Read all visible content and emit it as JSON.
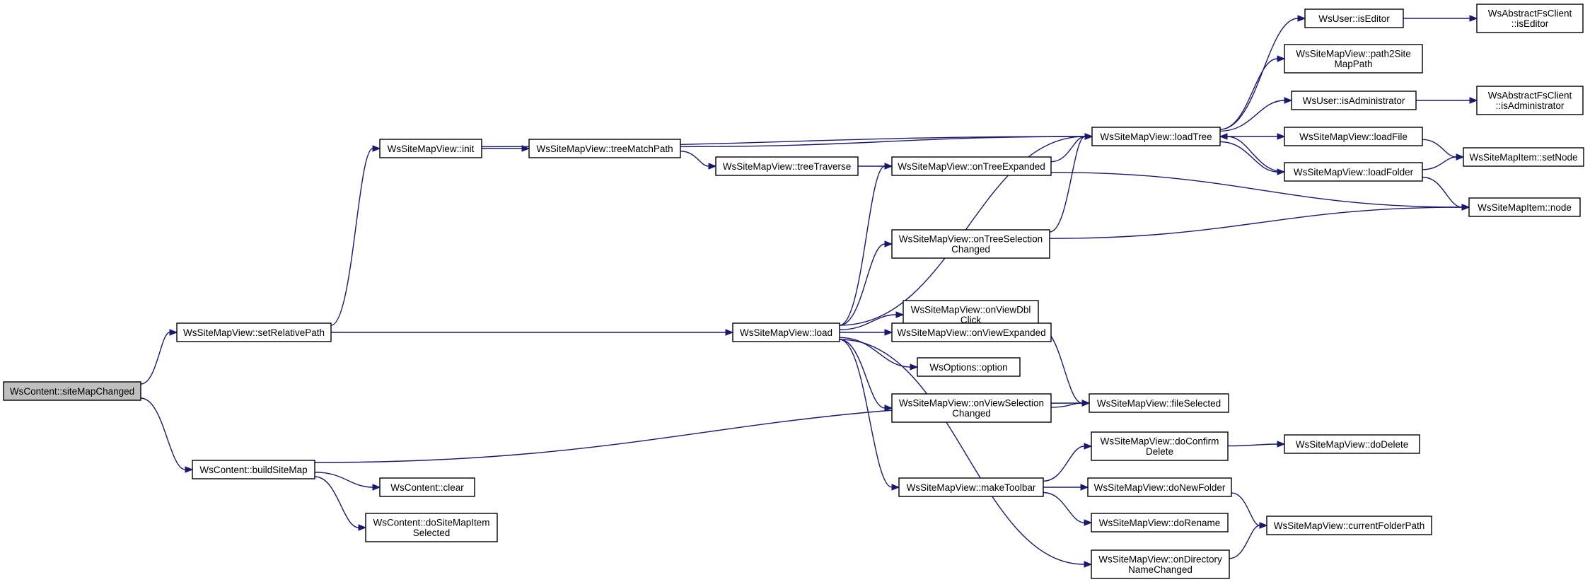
{
  "nodes": [
    {
      "id": "siteMapChanged",
      "lines": [
        "WsContent::siteMapChanged"
      ],
      "root": true
    },
    {
      "id": "setRelativePath",
      "lines": [
        "WsSiteMapView::setRelativePath"
      ]
    },
    {
      "id": "buildSiteMap",
      "lines": [
        "WsContent::buildSiteMap"
      ]
    },
    {
      "id": "init",
      "lines": [
        "WsSiteMapView::init"
      ]
    },
    {
      "id": "treeMatchPath",
      "lines": [
        "WsSiteMapView::treeMatchPath"
      ]
    },
    {
      "id": "treeTraverse",
      "lines": [
        "WsSiteMapView::treeTraverse"
      ]
    },
    {
      "id": "load",
      "lines": [
        "WsSiteMapView::load"
      ]
    },
    {
      "id": "clear",
      "lines": [
        "WsContent::clear"
      ]
    },
    {
      "id": "doSiteMapItemSelected",
      "lines": [
        "WsContent::doSiteMapItem",
        "Selected"
      ]
    },
    {
      "id": "onTreeExpanded",
      "lines": [
        "WsSiteMapView::onTreeExpanded"
      ]
    },
    {
      "id": "onTreeSelectionChanged",
      "lines": [
        "WsSiteMapView::onTreeSelection",
        "Changed"
      ]
    },
    {
      "id": "onViewDblClick",
      "lines": [
        "WsSiteMapView::onViewDbl",
        "Click"
      ]
    },
    {
      "id": "onViewExpanded",
      "lines": [
        "WsSiteMapView::onViewExpanded"
      ]
    },
    {
      "id": "option",
      "lines": [
        "WsOptions::option"
      ]
    },
    {
      "id": "onViewSelectionChanged",
      "lines": [
        "WsSiteMapView::onViewSelection",
        "Changed"
      ]
    },
    {
      "id": "makeToolbar",
      "lines": [
        "WsSiteMapView::makeToolbar"
      ]
    },
    {
      "id": "loadTree",
      "lines": [
        "WsSiteMapView::loadTree"
      ]
    },
    {
      "id": "fileSelected",
      "lines": [
        "WsSiteMapView::fileSelected"
      ]
    },
    {
      "id": "doConfirmDelete",
      "lines": [
        "WsSiteMapView::doConfirm",
        "Delete"
      ]
    },
    {
      "id": "doNewFolder",
      "lines": [
        "WsSiteMapView::doNewFolder"
      ]
    },
    {
      "id": "doRename",
      "lines": [
        "WsSiteMapView::doRename"
      ]
    },
    {
      "id": "onDirectoryNameChanged",
      "lines": [
        "WsSiteMapView::onDirectory",
        "NameChanged"
      ]
    },
    {
      "id": "isEditor",
      "lines": [
        "WsUser::isEditor"
      ]
    },
    {
      "id": "path2SiteMapPath",
      "lines": [
        "WsSiteMapView::path2Site",
        "MapPath"
      ]
    },
    {
      "id": "isAdministrator",
      "lines": [
        "WsUser::isAdministrator"
      ]
    },
    {
      "id": "loadFile",
      "lines": [
        "WsSiteMapView::loadFile"
      ]
    },
    {
      "id": "loadFolder",
      "lines": [
        "WsSiteMapView::loadFolder"
      ]
    },
    {
      "id": "doDelete",
      "lines": [
        "WsSiteMapView::doDelete"
      ]
    },
    {
      "id": "currentFolderPath",
      "lines": [
        "WsSiteMapView::currentFolderPath"
      ]
    },
    {
      "id": "fsIsEditor",
      "lines": [
        "WsAbstractFsClient",
        "::isEditor"
      ]
    },
    {
      "id": "fsIsAdministrator",
      "lines": [
        "WsAbstractFsClient",
        "::isAdministrator"
      ]
    },
    {
      "id": "setNode",
      "lines": [
        "WsSiteMapItem::setNode"
      ]
    },
    {
      "id": "node",
      "lines": [
        "WsSiteMapItem::node"
      ]
    }
  ],
  "edges": [
    [
      "siteMapChanged",
      "setRelativePath"
    ],
    [
      "siteMapChanged",
      "buildSiteMap"
    ],
    [
      "setRelativePath",
      "init"
    ],
    [
      "setRelativePath",
      "load"
    ],
    [
      "init",
      "treeMatchPath"
    ],
    [
      "init",
      "loadTree"
    ],
    [
      "treeMatchPath",
      "treeTraverse"
    ],
    [
      "treeMatchPath",
      "loadTree"
    ],
    [
      "treeTraverse",
      "onTreeExpanded"
    ],
    [
      "buildSiteMap",
      "fileSelected"
    ],
    [
      "buildSiteMap",
      "clear"
    ],
    [
      "buildSiteMap",
      "doSiteMapItemSelected"
    ],
    [
      "load",
      "onTreeExpanded"
    ],
    [
      "load",
      "loadTree"
    ],
    [
      "load",
      "onTreeSelectionChanged"
    ],
    [
      "load",
      "onViewDblClick"
    ],
    [
      "load",
      "onViewExpanded"
    ],
    [
      "load",
      "option"
    ],
    [
      "load",
      "onViewSelectionChanged"
    ],
    [
      "load",
      "makeToolbar"
    ],
    [
      "load",
      "onDirectoryNameChanged"
    ],
    [
      "onTreeExpanded",
      "loadTree"
    ],
    [
      "onTreeExpanded",
      "node"
    ],
    [
      "onTreeSelectionChanged",
      "loadTree"
    ],
    [
      "onTreeSelectionChanged",
      "node"
    ],
    [
      "onViewDblClick",
      "fileSelected"
    ],
    [
      "onViewSelectionChanged",
      "fileSelected"
    ],
    [
      "makeToolbar",
      "doConfirmDelete"
    ],
    [
      "makeToolbar",
      "doNewFolder"
    ],
    [
      "makeToolbar",
      "doRename"
    ],
    [
      "doConfirmDelete",
      "doDelete"
    ],
    [
      "doNewFolder",
      "currentFolderPath"
    ],
    [
      "onDirectoryNameChanged",
      "currentFolderPath"
    ],
    [
      "loadTree",
      "isEditor"
    ],
    [
      "loadTree",
      "path2SiteMapPath"
    ],
    [
      "loadTree",
      "isAdministrator"
    ],
    [
      "loadTree",
      "loadFile"
    ],
    [
      "loadTree",
      "loadFolder"
    ],
    [
      "loadFolder",
      "loadTree"
    ],
    [
      "loadFolder",
      "setNode"
    ],
    [
      "loadFolder",
      "node"
    ],
    [
      "loadFile",
      "setNode"
    ],
    [
      "isEditor",
      "fsIsEditor"
    ],
    [
      "isAdministrator",
      "fsIsAdministrator"
    ]
  ]
}
